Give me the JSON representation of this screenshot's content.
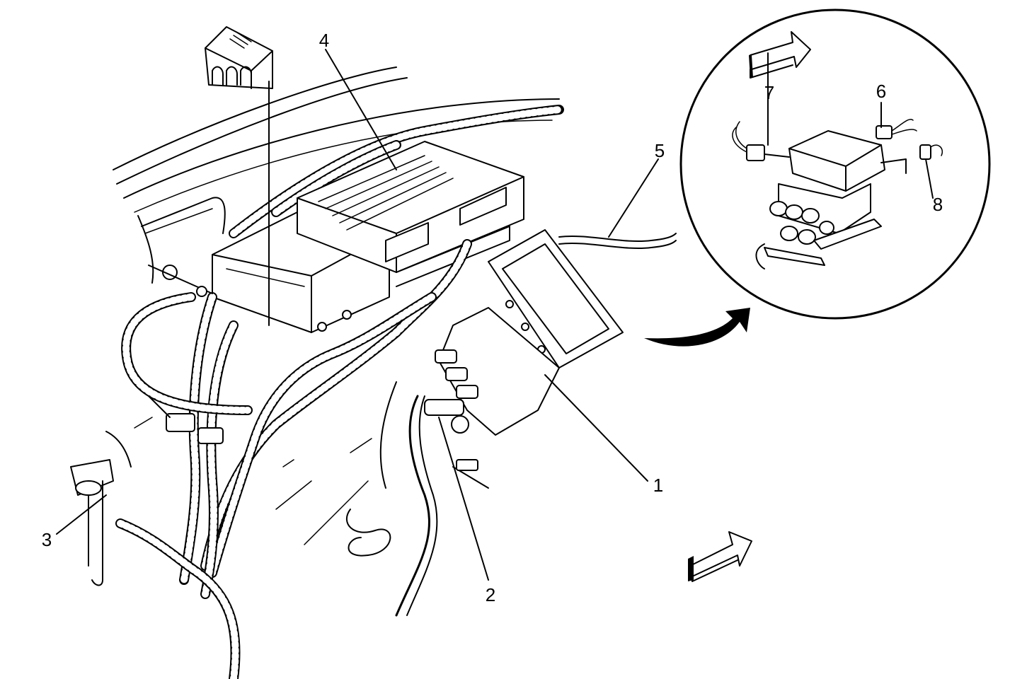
{
  "callouts": [
    {
      "id": "1",
      "label": "1"
    },
    {
      "id": "2",
      "label": "2"
    },
    {
      "id": "3",
      "label": "3"
    },
    {
      "id": "4",
      "label": "4"
    },
    {
      "id": "5",
      "label": "5"
    },
    {
      "id": "6",
      "label": "6"
    },
    {
      "id": "7",
      "label": "7"
    },
    {
      "id": "8",
      "label": "8"
    }
  ],
  "icons": {
    "front_view_icon": "view-orientation-icon",
    "detail_arrow": "curved-arrow-icon",
    "direction_arrow": "front-direction-arrow-icon"
  },
  "colors": {
    "ink": "#000000",
    "paper": "#ffffff"
  }
}
